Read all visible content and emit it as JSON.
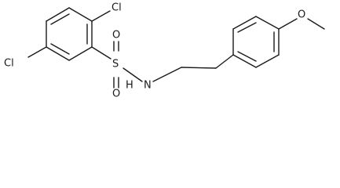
{
  "molecule": {
    "atoms": {
      "cl_top": "Cl",
      "cl_left": "Cl",
      "sulfur": "S",
      "oxygen_top": "O",
      "oxygen_bottom": "O",
      "nitrogen": "N",
      "hydrogen": "H",
      "oxygen_methoxy": "O"
    }
  }
}
